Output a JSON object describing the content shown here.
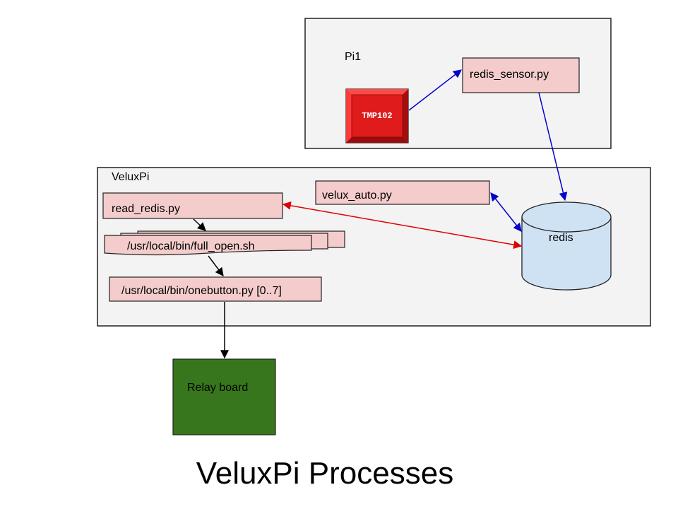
{
  "diagram": {
    "title": "VeluxPi Processes",
    "groups": {
      "pi1": "Pi1",
      "veluxpi": "VeluxPi"
    },
    "nodes": {
      "tmp102": "TMP102",
      "redis_sensor": "redis_sensor.py",
      "velux_auto": "velux_auto.py",
      "read_redis": "read_redis.py",
      "full_open": "/usr/local/bin/full_open.sh",
      "onebutton": "/usr/local/bin/onebutton.py [0..7]",
      "redis": "redis",
      "relay": "Relay board"
    },
    "colors": {
      "process_fill": "#f4cccc",
      "group_fill": "#f3f3f3",
      "sensor_fill": "#e01b1b",
      "db_fill": "#cfe2f3",
      "relay_fill": "#38761d",
      "blue_arrow": "#0000cc",
      "red_arrow": "#e00000"
    }
  }
}
